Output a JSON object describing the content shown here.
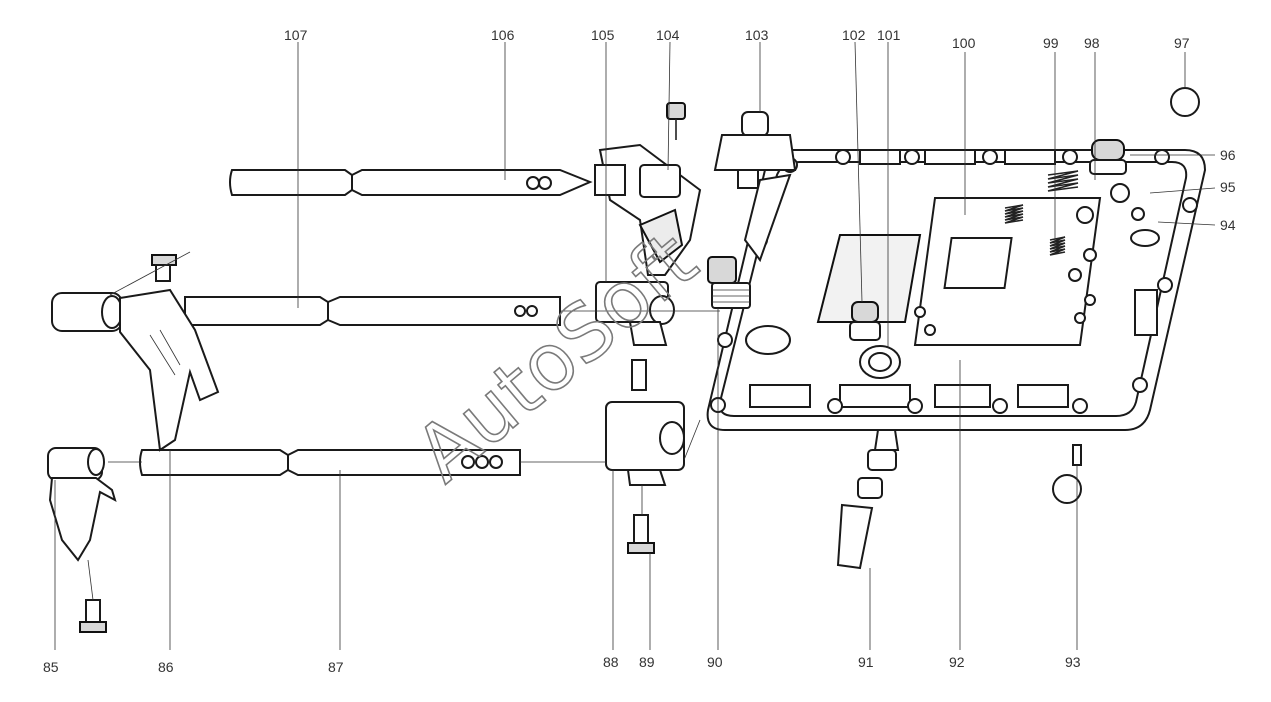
{
  "diagram": {
    "watermark": "AutoSoft",
    "labels": {
      "p85": "85",
      "p86": "86",
      "p87": "87",
      "p88": "88",
      "p89": "89",
      "p90": "90",
      "p91": "91",
      "p92": "92",
      "p93": "93",
      "p94": "94",
      "p95": "95",
      "p96": "96",
      "p97": "97",
      "p98": "98",
      "p99": "99",
      "p100": "100",
      "p101": "101",
      "p102": "102",
      "p103": "103",
      "p104": "104",
      "p105": "105",
      "p106": "106",
      "p107": "107"
    }
  }
}
